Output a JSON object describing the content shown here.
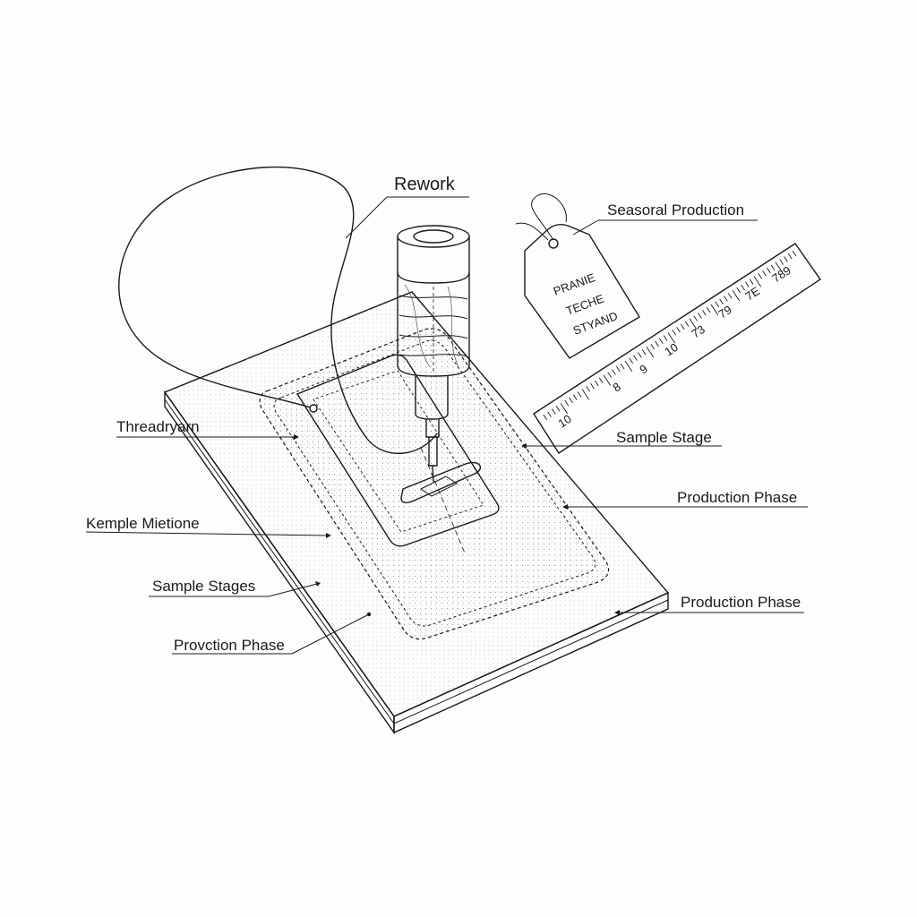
{
  "labels": {
    "rework": "Rework",
    "seasonal_production": "Seasoral Production",
    "thread_yarn": "Threadryarn",
    "sample_stage": "Sample Stage",
    "production_phase_right_upper": "Production Phase",
    "sample_milestone": "Kemple Mietione",
    "sample_stages": "Sample Stages",
    "production_phase_right_lower": "Production Phase",
    "production_phase_left": "Provction Phase"
  },
  "tag": {
    "line1": "PRANIE",
    "line2": "TECHE",
    "line3": "STYAND"
  },
  "ruler": {
    "numbers": [
      "10",
      "8",
      "9",
      "10",
      "73",
      "79",
      "7E",
      "789"
    ]
  }
}
